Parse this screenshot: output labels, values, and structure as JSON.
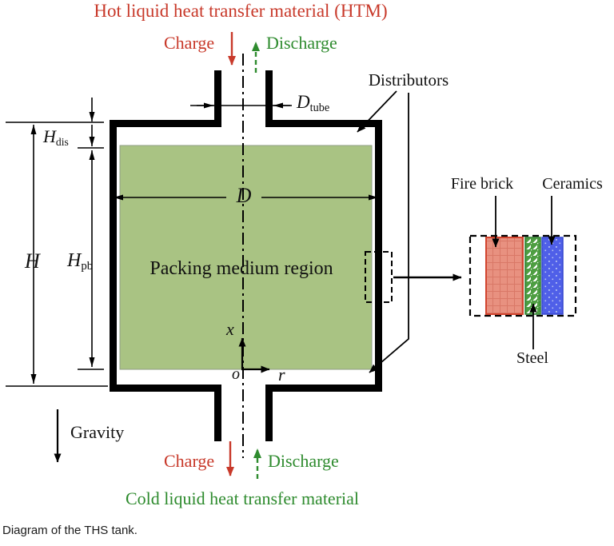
{
  "caption": "Diagram of the THS tank.",
  "labels": {
    "hot_htm": "Hot liquid heat transfer material (HTM)",
    "charge_top": "Charge",
    "discharge_top": "Discharge",
    "distributors": "Distributors",
    "d_tube": {
      "main": "D",
      "sub": "tube"
    },
    "h_dis": {
      "main": "H",
      "sub": "dis"
    },
    "h": "H",
    "h_pb": {
      "main": "H",
      "sub": "pb"
    },
    "d": "D",
    "packing_region": "Packing medium region",
    "axis_x": "x",
    "axis_o": "o",
    "axis_r": "r",
    "fire_brick": "Fire brick",
    "ceramics": "Ceramics",
    "steel": "Steel",
    "gravity": "Gravity",
    "charge_bottom": "Charge",
    "discharge_bottom": "Discharge",
    "cold_htm": "Cold liquid heat transfer material"
  },
  "colors": {
    "charge_red": "#c8392a",
    "discharge_green": "#2e8b2e",
    "packing_fill": "#a9c383",
    "packing_border": "#8f9c84",
    "fire_brick_fill": "#e89180",
    "fire_brick_line": "#d4705e",
    "fire_brick_border": "#d2442e",
    "steel_stripe": "#4e9e42",
    "steel_border": "#2f7d2f",
    "ceramics_fill": "#4f5fe8",
    "ceramics_dot": "#b8c4f2",
    "ceramics_border": "#3546cf",
    "wall": "#000000"
  }
}
